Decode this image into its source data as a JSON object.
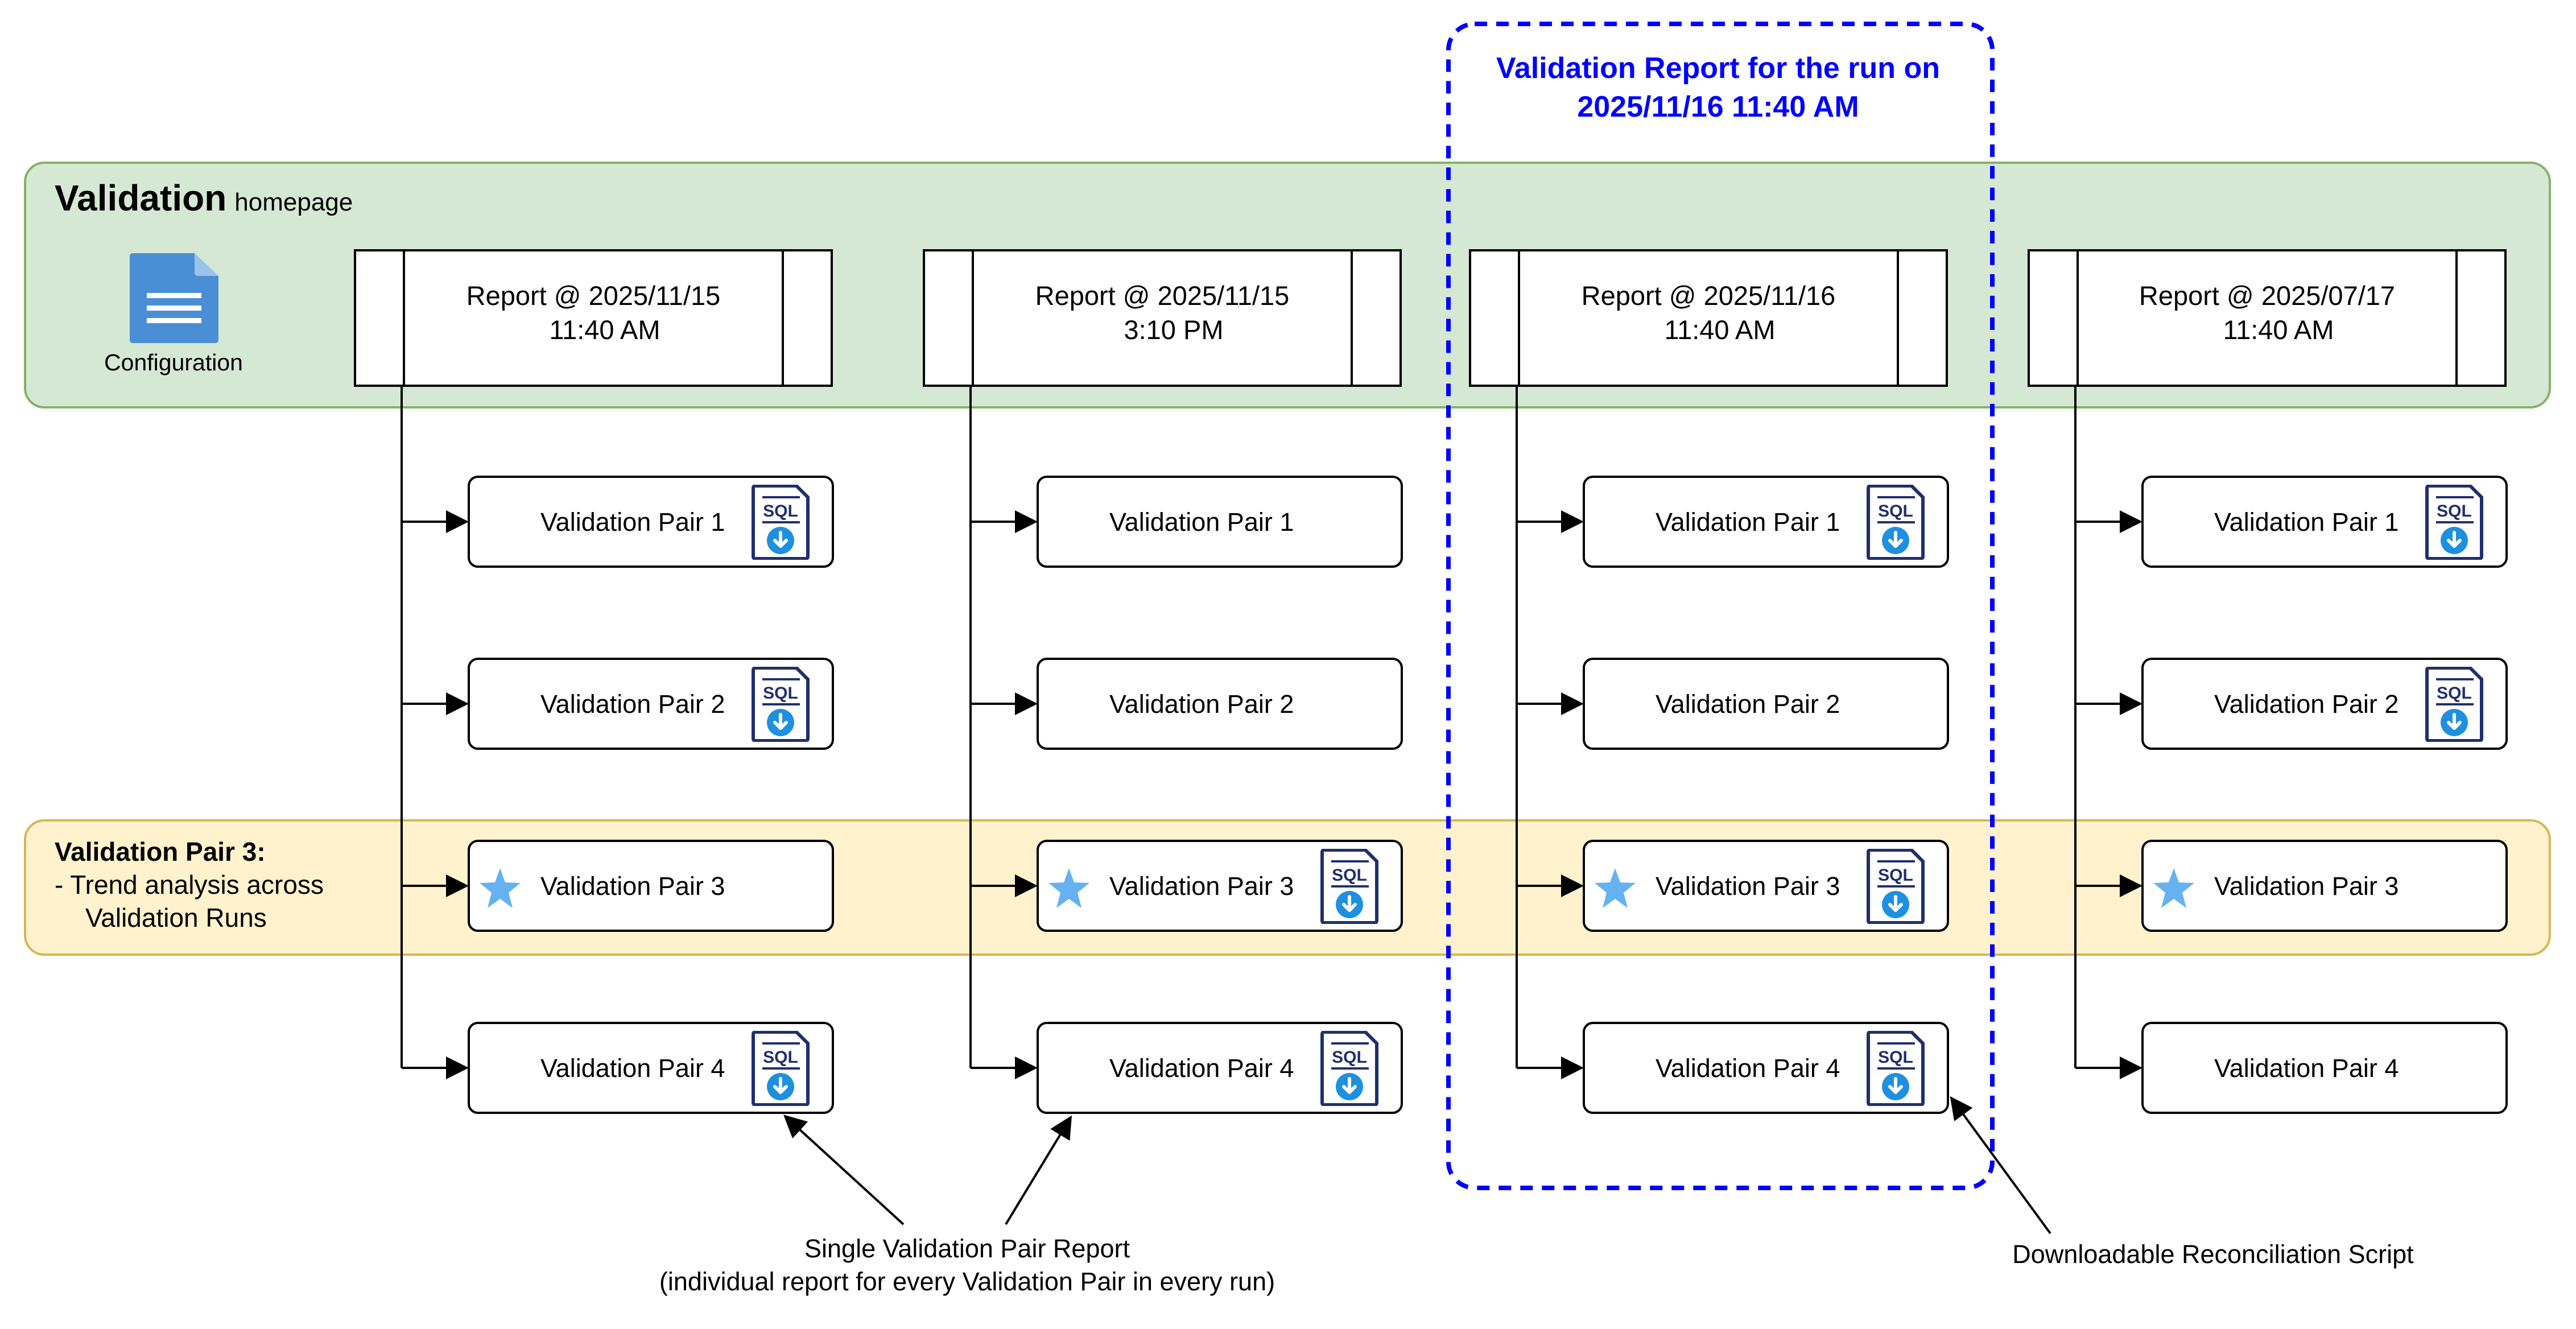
{
  "homepage": {
    "title": "Validation",
    "subtitle": "homepage",
    "configuration_label": "Configuration"
  },
  "selected_run": {
    "title_line1": "Validation Report for the run on",
    "title_line2": "2025/11/16 11:40 AM",
    "border_color": "#0000ff"
  },
  "pair3_note": {
    "title": "Validation Pair 3:",
    "line1": " - Trend analysis across",
    "line2": "Validation Runs"
  },
  "reports": [
    {
      "line1": "Report @ 2025/11/15",
      "line2": "11:40 AM",
      "pairs": [
        {
          "label": "Validation Pair 1",
          "sql_icon": true,
          "star": false
        },
        {
          "label": "Validation Pair 2",
          "sql_icon": true,
          "star": false
        },
        {
          "label": "Validation Pair 3",
          "sql_icon": false,
          "star": true
        },
        {
          "label": "Validation Pair 4",
          "sql_icon": true,
          "star": false
        }
      ]
    },
    {
      "line1": "Report @ 2025/11/15",
      "line2": "3:10 PM",
      "pairs": [
        {
          "label": "Validation Pair 1",
          "sql_icon": false,
          "star": false
        },
        {
          "label": "Validation Pair 2",
          "sql_icon": false,
          "star": false
        },
        {
          "label": "Validation Pair 3",
          "sql_icon": true,
          "star": true
        },
        {
          "label": "Validation Pair 4",
          "sql_icon": true,
          "star": false
        }
      ]
    },
    {
      "line1": "Report @ 2025/11/16",
      "line2": "11:40 AM",
      "pairs": [
        {
          "label": "Validation Pair 1",
          "sql_icon": true,
          "star": false
        },
        {
          "label": "Validation Pair 2",
          "sql_icon": false,
          "star": false
        },
        {
          "label": "Validation Pair 3",
          "sql_icon": true,
          "star": true
        },
        {
          "label": "Validation Pair 4",
          "sql_icon": true,
          "star": false
        }
      ]
    },
    {
      "line1": "Report @ 2025/07/17",
      "line2": "11:40 AM",
      "pairs": [
        {
          "label": "Validation Pair 1",
          "sql_icon": true,
          "star": false
        },
        {
          "label": "Validation Pair 2",
          "sql_icon": true,
          "star": false
        },
        {
          "label": "Validation Pair 3",
          "sql_icon": false,
          "star": true
        },
        {
          "label": "Validation Pair 4",
          "sql_icon": false,
          "star": false
        }
      ]
    }
  ],
  "annotations": {
    "single_pair_line1": "Single Validation Pair Report",
    "single_pair_line2": "(individual report for every Validation Pair in every run)",
    "downloadable_script": "Downloadable Reconciliation Script"
  },
  "icons": {
    "configuration": "document-icon",
    "pair_report": "sql-download-icon",
    "trend": "star-icon",
    "sql_text": "SQL"
  },
  "colors": {
    "homepage_fill": "#d5e8d4",
    "homepage_stroke": "#82b366",
    "pair3_fill": "#fff2cc",
    "pair3_stroke": "#d6b656",
    "star": "#66b2f0",
    "doc_icon": "#4a8fd6",
    "sql_icon": "#1f2f6e",
    "download": "#1e90e0"
  }
}
